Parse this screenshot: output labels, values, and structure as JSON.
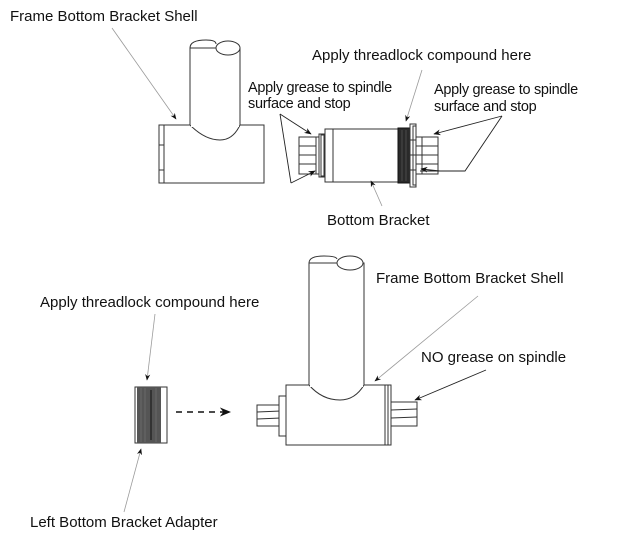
{
  "figure": {
    "top_assembly": {
      "labels": {
        "frame_shell": "Frame Bottom Bracket Shell",
        "threadlock": "Apply threadlock compound here",
        "grease_left_line1": "Apply grease to spindle",
        "grease_left_line2": "surface and stop",
        "grease_right_line1": "Apply grease to spindle",
        "grease_right_line2": "surface and stop",
        "bottom_bracket": "Bottom Bracket"
      }
    },
    "bottom_assembly": {
      "labels": {
        "threadlock": "Apply threadlock compound here",
        "frame_shell": "Frame Bottom Bracket Shell",
        "no_grease": "NO grease on spindle",
        "adapter": "Left Bottom Bracket Adapter"
      }
    }
  }
}
